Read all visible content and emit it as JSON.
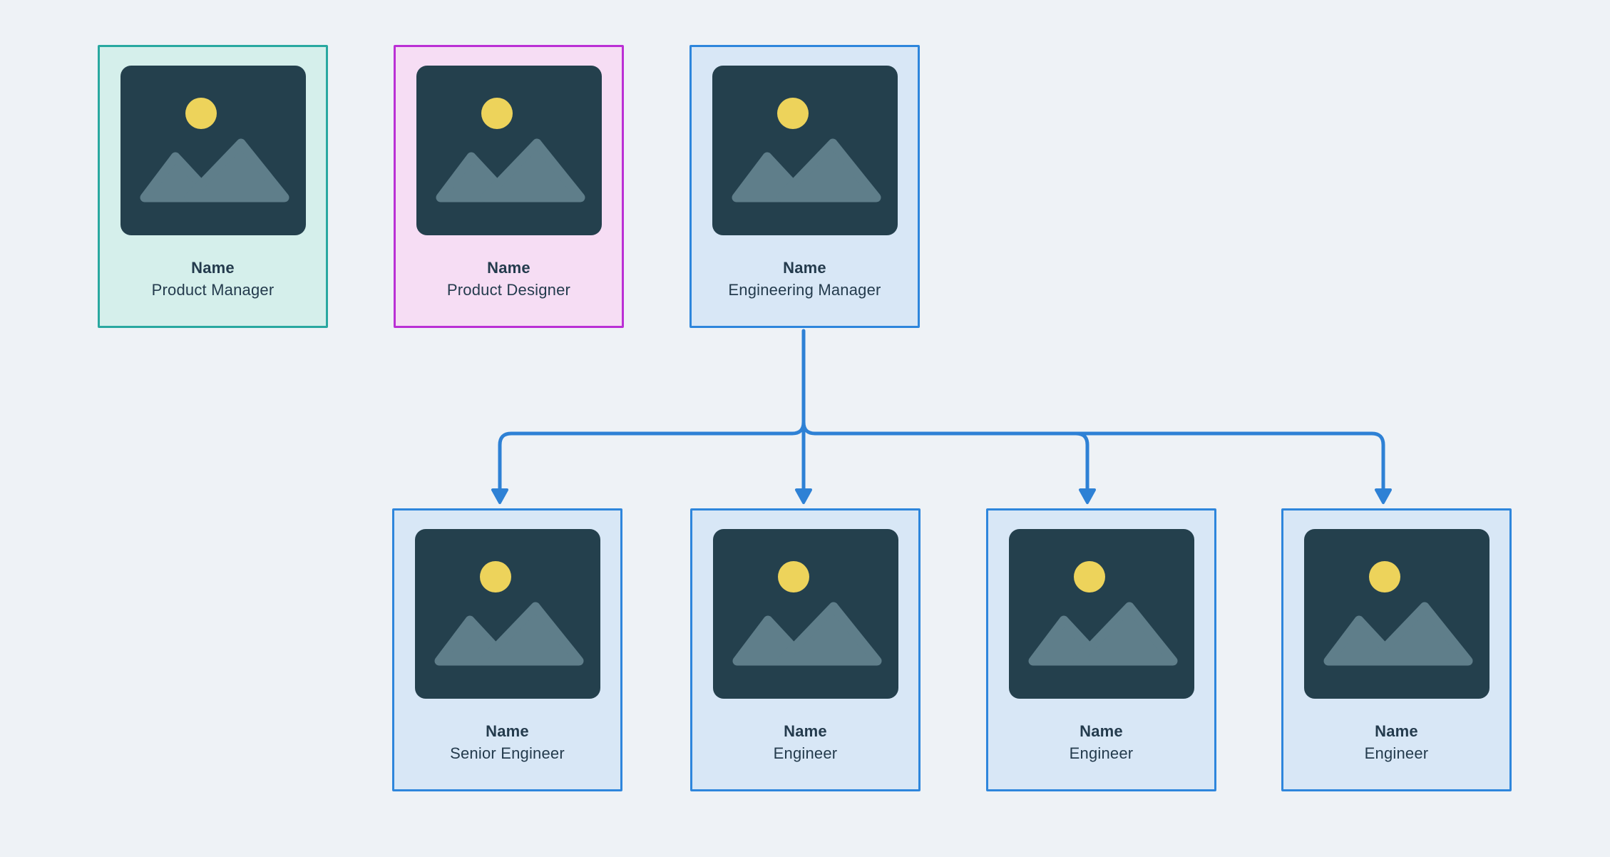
{
  "canvas": {
    "background": "#eef2f6"
  },
  "palette": {
    "text": "#243b4d",
    "connector": "#2e81d5",
    "photo_background": "#24404d",
    "sun": "#edd35b",
    "mountain": "#5f7e8a",
    "blue_card_border": "#2e86dc",
    "blue_card_fill": "#d8e7f6",
    "teal_card_border": "#29a8a0",
    "teal_card_fill": "#d5efeb",
    "magenta_card_border": "#ba30d5",
    "magenta_card_fill": "#f6ddf4"
  },
  "cards": [
    {
      "name": "Name",
      "role": "Product Manager",
      "border": "#29a8a0",
      "fill": "#d5efeb"
    },
    {
      "name": "Name",
      "role": "Product Designer",
      "border": "#ba30d5",
      "fill": "#f6ddf4"
    },
    {
      "name": "Name",
      "role": "Engineering Manager",
      "border": "#2e86dc",
      "fill": "#d8e7f6"
    },
    {
      "name": "Name",
      "role": "Senior Engineer",
      "border": "#2e86dc",
      "fill": "#d8e7f6"
    },
    {
      "name": "Name",
      "role": "Engineer",
      "border": "#2e86dc",
      "fill": "#d8e7f6"
    },
    {
      "name": "Name",
      "role": "Engineer",
      "border": "#2e86dc",
      "fill": "#d8e7f6"
    },
    {
      "name": "Name",
      "role": "Engineer",
      "border": "#2e86dc",
      "fill": "#d8e7f6"
    }
  ]
}
